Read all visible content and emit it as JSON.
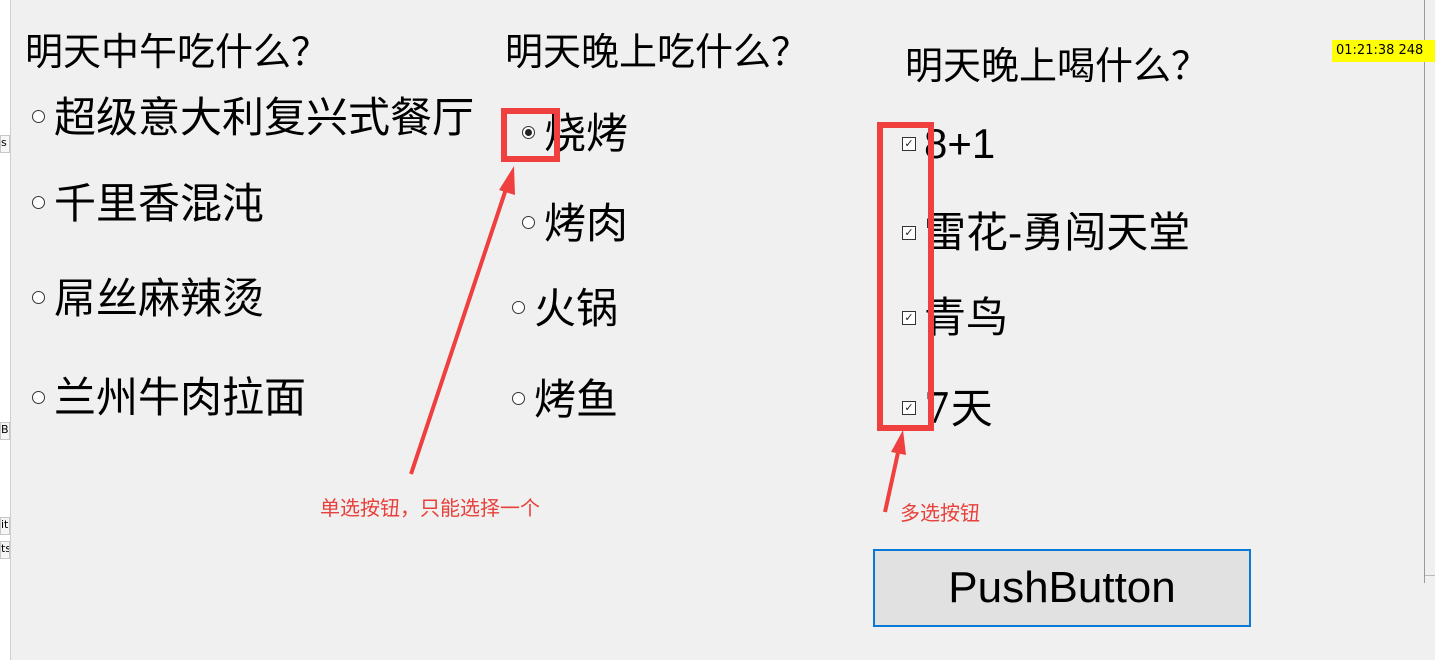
{
  "timer": {
    "text": "01:21:38    248"
  },
  "left_strip": {
    "tabs": [
      "s",
      "B",
      "it",
      "ts"
    ]
  },
  "lunch": {
    "question": "明天中午吃什么？",
    "options": [
      {
        "label": "超级意大利复兴式餐厅",
        "checked": false
      },
      {
        "label": "千里香混沌",
        "checked": false
      },
      {
        "label": "屌丝麻辣烫",
        "checked": false
      },
      {
        "label": "兰州牛肉拉面",
        "checked": false
      }
    ]
  },
  "dinner": {
    "question": "明天晚上吃什么？",
    "options": [
      {
        "label": "烧烤",
        "checked": true
      },
      {
        "label": "烤肉",
        "checked": false
      },
      {
        "label": "火锅",
        "checked": false
      },
      {
        "label": "烤鱼",
        "checked": false
      }
    ]
  },
  "drinks": {
    "question": "明天晚上喝什么？",
    "options": [
      {
        "label": "8+1",
        "checked": true
      },
      {
        "label": "雷花-勇闯天堂",
        "checked": true
      },
      {
        "label": "青鸟",
        "checked": true
      },
      {
        "label": "7天",
        "checked": true
      }
    ]
  },
  "annotations": {
    "radio_note": "单选按钮，只能选择一个",
    "checkbox_note": "多选按钮"
  },
  "push_button": {
    "label": "PushButton"
  },
  "colors": {
    "annotation_red": "#ef3f3f",
    "button_border": "#0a78d7",
    "timer_bg": "#ffff00"
  }
}
